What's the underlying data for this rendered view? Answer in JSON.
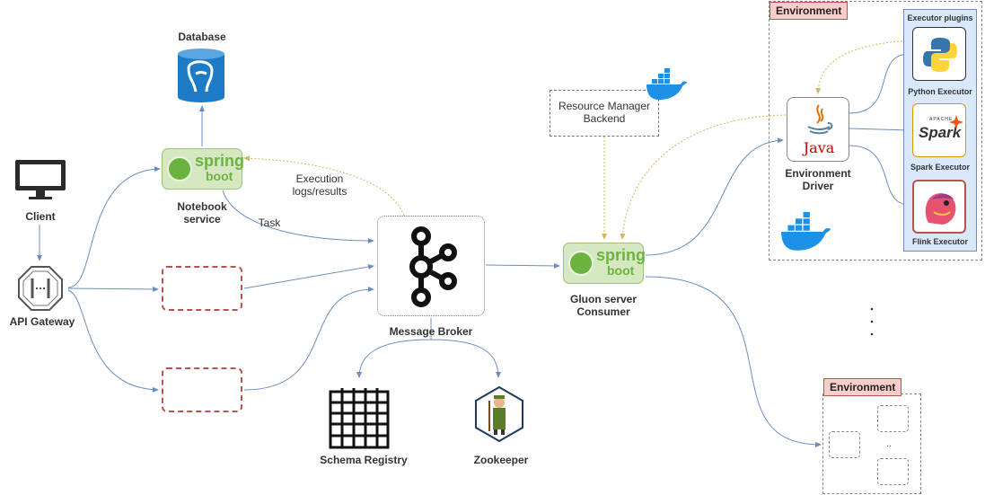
{
  "nodes": {
    "database": "Database",
    "client": "Client",
    "api_gateway": "API Gateway",
    "notebook_service": [
      "Notebook",
      "service"
    ],
    "spring_text": "spring",
    "boot_text": "boot",
    "message_broker": "Message Broker",
    "schema_registry": "Schema Registry",
    "zookeeper": "Zookeeper",
    "resource_manager": [
      "Resource Manager",
      "Backend"
    ],
    "gluon": [
      "Gluon server",
      "Consumer"
    ],
    "environment_driver": [
      "Environment",
      "Driver"
    ],
    "java_text": "Java",
    "spark_text": "Spark",
    "apache_text": "APACHE"
  },
  "edges": {
    "execution_results": [
      "Execution",
      "logs/results"
    ],
    "task": "Task"
  },
  "environment": {
    "tag_top": "Environment",
    "tag_bottom": "Environment",
    "executor_plugins": "Executor plugins",
    "python_executor": "Python Executor",
    "spark_executor": "Spark Executor",
    "flink_executor": "Flink Executor",
    "bottom_dots": ".."
  },
  "colors": {
    "edge_blue": "#6c8ebf",
    "edge_dotted": "#d6b656",
    "spring_green": "#6db33f",
    "env_tag_fill": "#f8cecc",
    "plugin_panel": "#dae8fc"
  }
}
